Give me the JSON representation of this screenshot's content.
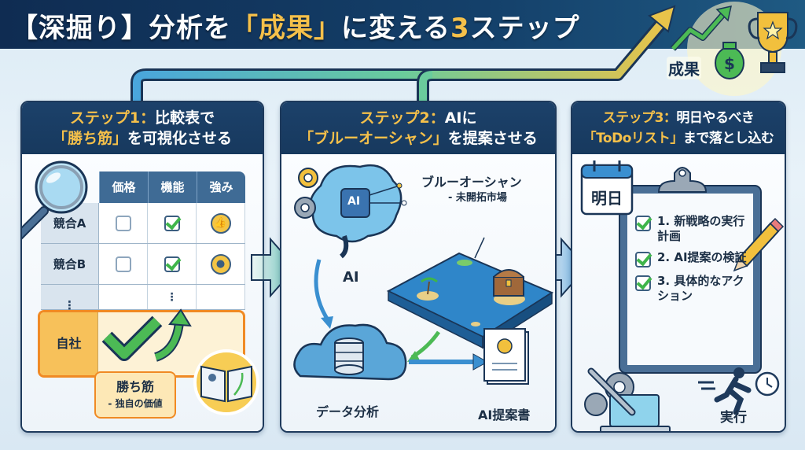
{
  "header": {
    "title_prefix": "【深掘り】分析を",
    "title_highlight": "「成果」",
    "title_middle": "に変える",
    "title_number": "3",
    "title_suffix": "ステップ"
  },
  "goal": {
    "label": "成果",
    "icons": [
      "growth-arrow-icon",
      "money-bag-icon",
      "trophy-icon"
    ]
  },
  "steps": [
    {
      "step_label": "ステップ1：",
      "heading_line1": "比較表で",
      "heading_highlight": "「勝ち筋」",
      "heading_line2": "を可視化させる",
      "table": {
        "columns": [
          "価格",
          "機能",
          "強み"
        ],
        "rows": [
          {
            "label": "競合A",
            "price_checked": false,
            "feature_checked": true,
            "strength_icon": "thumbs-up-icon"
          },
          {
            "label": "競合B",
            "price_checked": false,
            "feature_checked": true,
            "strength_icon": "person-icon"
          },
          {
            "label": "⋮",
            "middle": "⋮"
          }
        ],
        "self_row_label": "自社"
      },
      "callout_title": "勝ち筋",
      "callout_sub": "- 独自の価値"
    },
    {
      "step_label": "ステップ2：",
      "heading_line1": "AIに",
      "heading_highlight": "「ブルーオーシャン」",
      "heading_line2": "を提案させる",
      "ai_label": "AI",
      "chip_label": "AI",
      "ocean_title": "ブルーオーシャン",
      "ocean_sub": "- 未開拓市場",
      "data_label": "データ分析",
      "proposal_label": "AI提案書"
    },
    {
      "step_label": "ステップ3：",
      "heading_line1": "明日やるべき",
      "heading_highlight": "「ToDoリスト」",
      "heading_line2": "まで落とし込む",
      "calendar_label": "明日",
      "todos": [
        {
          "text": "1. 新戦略の実行計画",
          "done": true
        },
        {
          "text": "2. AI提案の検証",
          "done": true
        },
        {
          "text": "3. 具体的なアクション",
          "done": true
        }
      ],
      "action_label": "実行"
    }
  ],
  "colors": {
    "navy": "#17395e",
    "accent": "#f5c04a",
    "orange": "#f08a24",
    "green": "#3fb54a",
    "blue": "#3a8fd0"
  }
}
